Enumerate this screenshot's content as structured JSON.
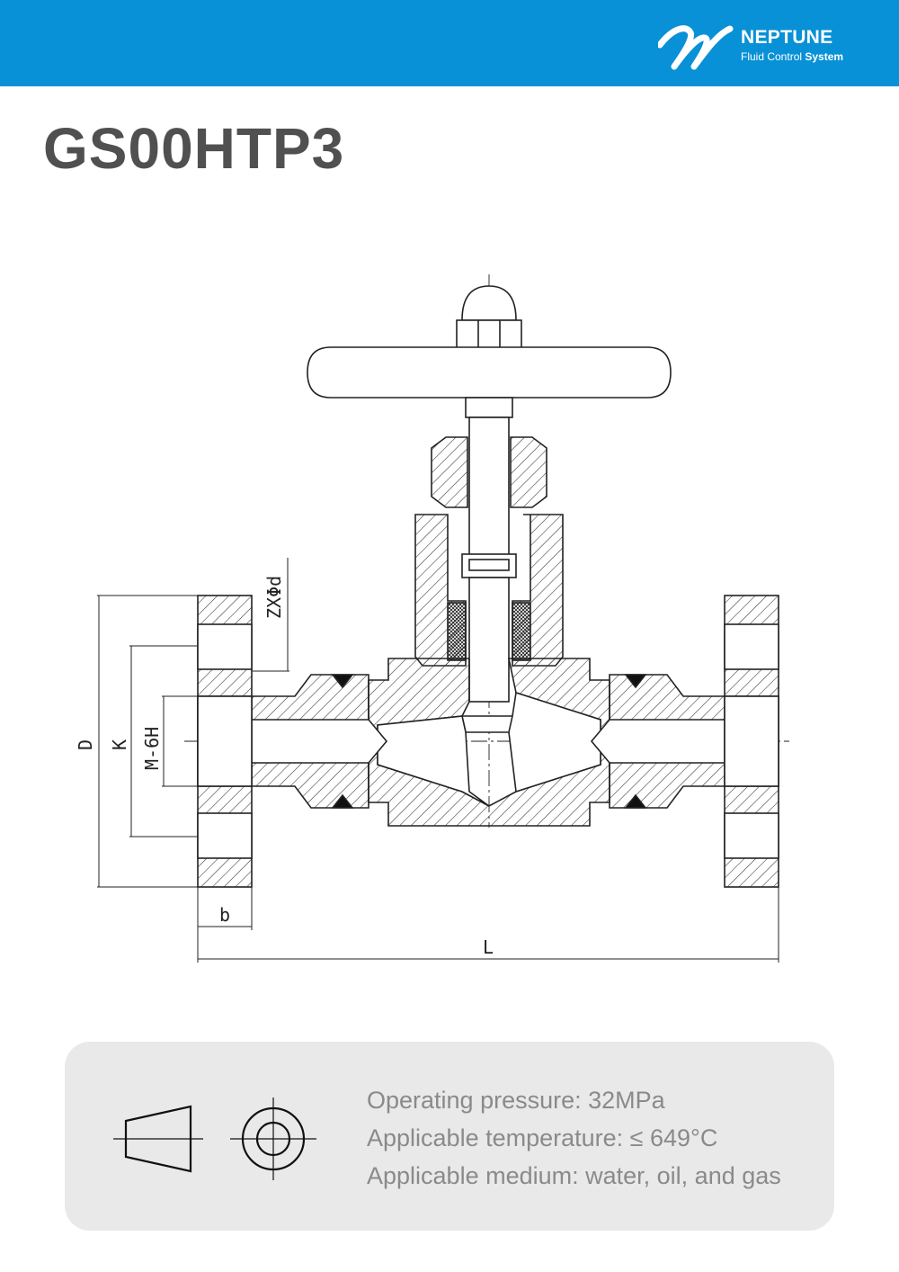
{
  "header": {
    "brand": "NEPTUNE",
    "tagline_regular": "Fluid Control ",
    "tagline_bold": "System",
    "background": "#0891d6"
  },
  "title": "GS00HTP3",
  "diagram": {
    "labels": {
      "zxd": "ZXΦd",
      "D": "D",
      "K": "K",
      "m6h": "M-6H",
      "b": "b",
      "L": "L"
    }
  },
  "specs": {
    "pressure": "Operating pressure: 32MPa",
    "temperature": "Applicable temperature: ≤ 649°C",
    "medium": "Applicable medium: water, oil, and gas",
    "icons": [
      "projection-symbol-icon",
      "concentric-circle-icon"
    ]
  }
}
